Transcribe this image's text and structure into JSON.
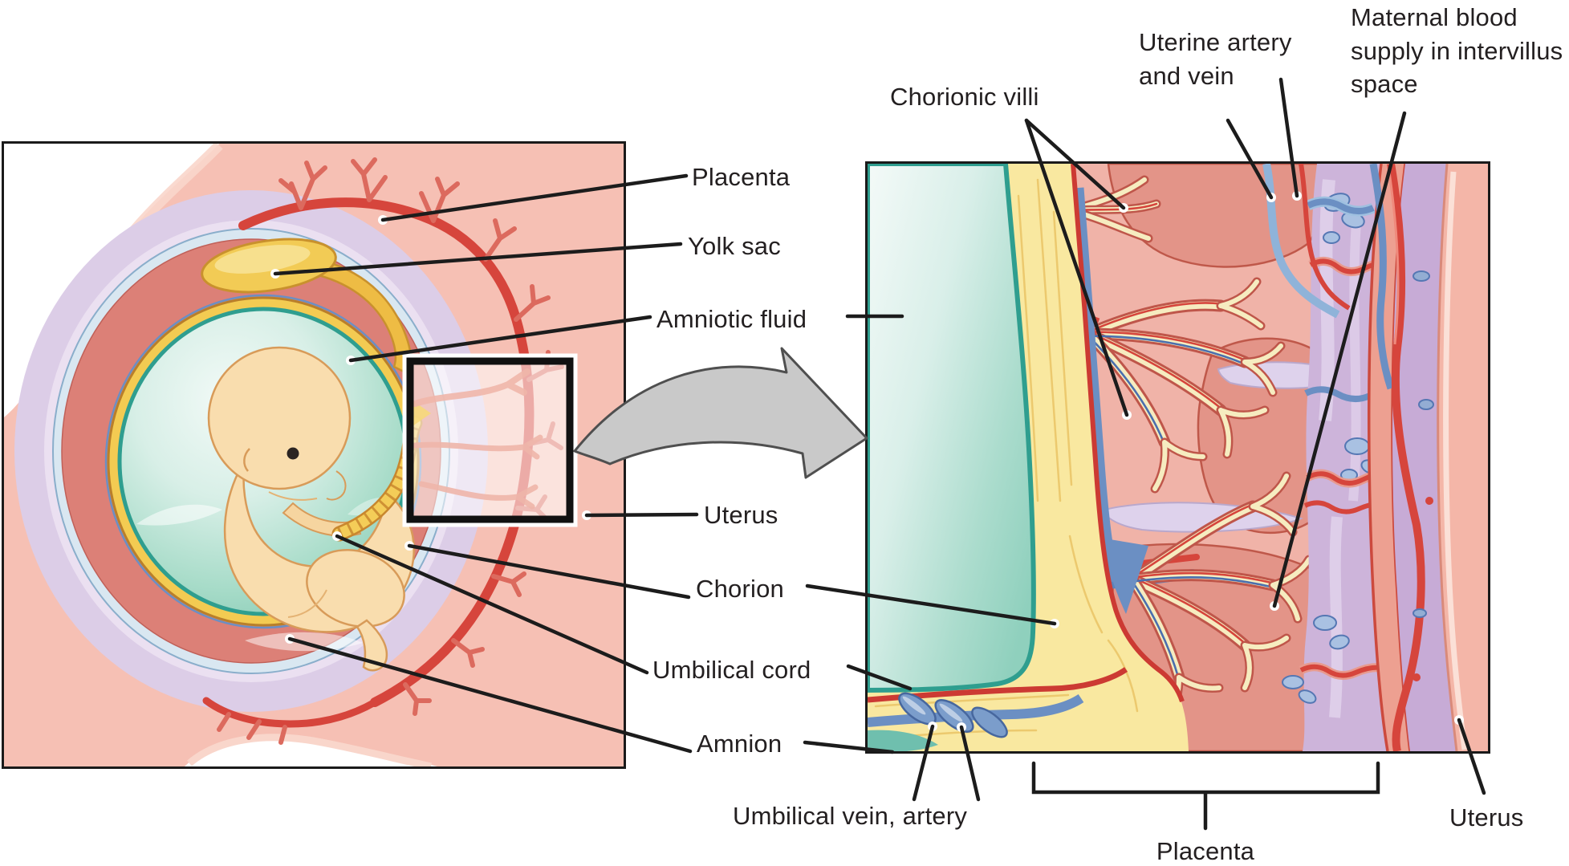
{
  "left_panel": {
    "labels": {
      "placenta": "Placenta",
      "yolk_sac": "Yolk sac",
      "amniotic_fluid": "Amniotic fluid",
      "uterus": "Uterus",
      "chorion": "Chorion",
      "umbilical_cord": "Umbilical cord",
      "amnion": "Amnion"
    }
  },
  "right_panel": {
    "labels": {
      "chorionic_villi": "Chorionic villi",
      "uterine_artery_and_vein": "Uterine artery and vein",
      "maternal_blood_supply": "Maternal blood supply in intervillus space",
      "umbilical_vein_artery": "Umbilical vein, artery",
      "placenta": "Placenta",
      "uterus": "Uterus"
    }
  },
  "colors": {
    "uterus_pink": "#f6c0b4",
    "lavender_ring": "#dccde7",
    "salmon_ring": "#dc8077",
    "yellow_membrane": "#f3cb52",
    "amniotic_teal": "#8fd0bd",
    "vessel_red": "#d6453c",
    "vessel_blue": "#6b8fc3",
    "decidua_lavender": "#cdb4da",
    "villi_cream": "#f6ecc0",
    "label_text": "#231f20",
    "leader_line": "#1c1c1c",
    "arrow_gray": "#c9c9c9"
  }
}
